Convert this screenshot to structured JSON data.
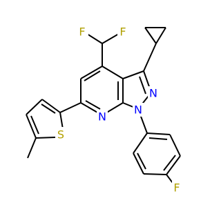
{
  "molecule": {
    "atoms": {
      "f_top_left": {
        "symbol": "F",
        "color": "#b0a000"
      },
      "f_top_right": {
        "symbol": "F",
        "color": "#b0a000"
      },
      "n_pyrazole": {
        "symbol": "N",
        "color": "#0000ff"
      },
      "n1": {
        "symbol": "N",
        "color": "#0000ff"
      },
      "n_pyridine": {
        "symbol": "N",
        "color": "#0000ff"
      },
      "s_thiophene": {
        "symbol": "S",
        "color": "#b3a000"
      },
      "f_phenyl": {
        "symbol": "F",
        "color": "#b0a000"
      }
    },
    "bond_color": "#000000"
  }
}
